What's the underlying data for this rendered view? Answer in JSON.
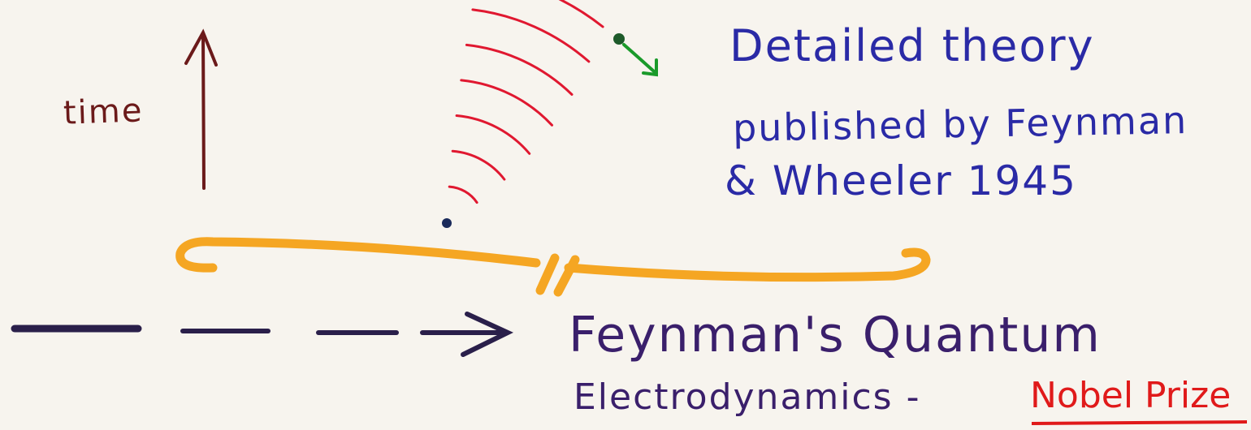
{
  "labels": {
    "time": "time",
    "theory_line1": "Detailed theory",
    "theory_line2": "published by Feynman",
    "theory_line3": "& Wheeler 1945",
    "qed_line1": "Feynman's Quantum",
    "qed_line2": "Electrodynamics -",
    "nobel": "Nobel Prize"
  },
  "colors": {
    "time_text": "#6b1a1a",
    "theory_text": "#2a2aa6",
    "qed_text": "#3a1f6b",
    "nobel_text": "#e01a1a",
    "waves": "#e01830",
    "timeline": "#f5a623",
    "green_arrow": "#1a9a2a"
  },
  "wave_count": 7
}
